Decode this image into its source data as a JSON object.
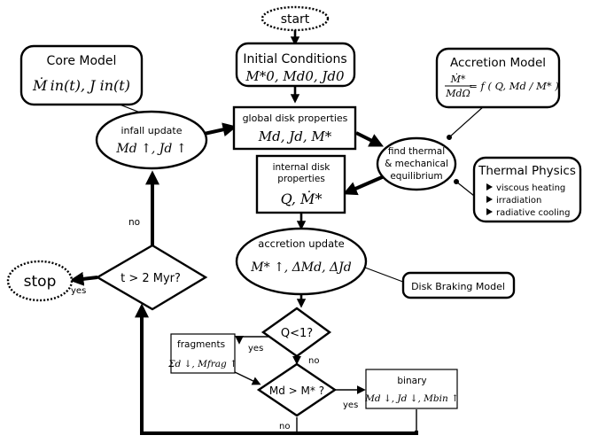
{
  "nodes": {
    "start": "start",
    "stop": "stop",
    "core_model": {
      "title": "Core Model",
      "formula": "Ṁ in(t), J in(t)"
    },
    "initial_conditions": {
      "title": "Initial Conditions",
      "formula": "M*0, Md0, Jd0"
    },
    "accretion_model": {
      "title": "Accretion Model",
      "lhs_top": "Ṁ*",
      "lhs_bottom": "MdΩ",
      "rhs": "= f ( Q, Md / M* )"
    },
    "global_disk_properties": {
      "title": "global disk properties",
      "formula": "Md, Jd, M*"
    },
    "infall_update": {
      "title": "infall update",
      "formula": "Md ↑, Jd ↑"
    },
    "thermal_equilibrium": {
      "line1": "find thermal",
      "line2": "& mechanical",
      "line3": "equilibrium"
    },
    "thermal_physics": {
      "title": "Thermal Physics",
      "items": [
        "viscous heating",
        "irradiation",
        "radiative cooling"
      ]
    },
    "internal_disk_properties": {
      "line1": "internal disk",
      "line2": "properties",
      "formula": "Q, Ṁ*"
    },
    "accretion_update": {
      "title": "accretion update",
      "formula": "M* ↑, ΔMd, ΔJd"
    },
    "time_check": "t > 2 Myr?",
    "disk_braking_model": "Disk Braking Model",
    "q_check": "Q<1?",
    "fragments": {
      "title": "fragments",
      "formula": "Σd ↓, Mfrag ↑"
    },
    "mass_check": "Md > M* ?",
    "binary": {
      "title": "binary",
      "formula": "Md ↓, Jd ↓, Mbin ↑"
    }
  },
  "edge_labels": {
    "time_no": "no",
    "time_yes": "yes",
    "q_yes": "yes",
    "q_no": "no",
    "mass_yes": "yes",
    "mass_no": "no"
  }
}
